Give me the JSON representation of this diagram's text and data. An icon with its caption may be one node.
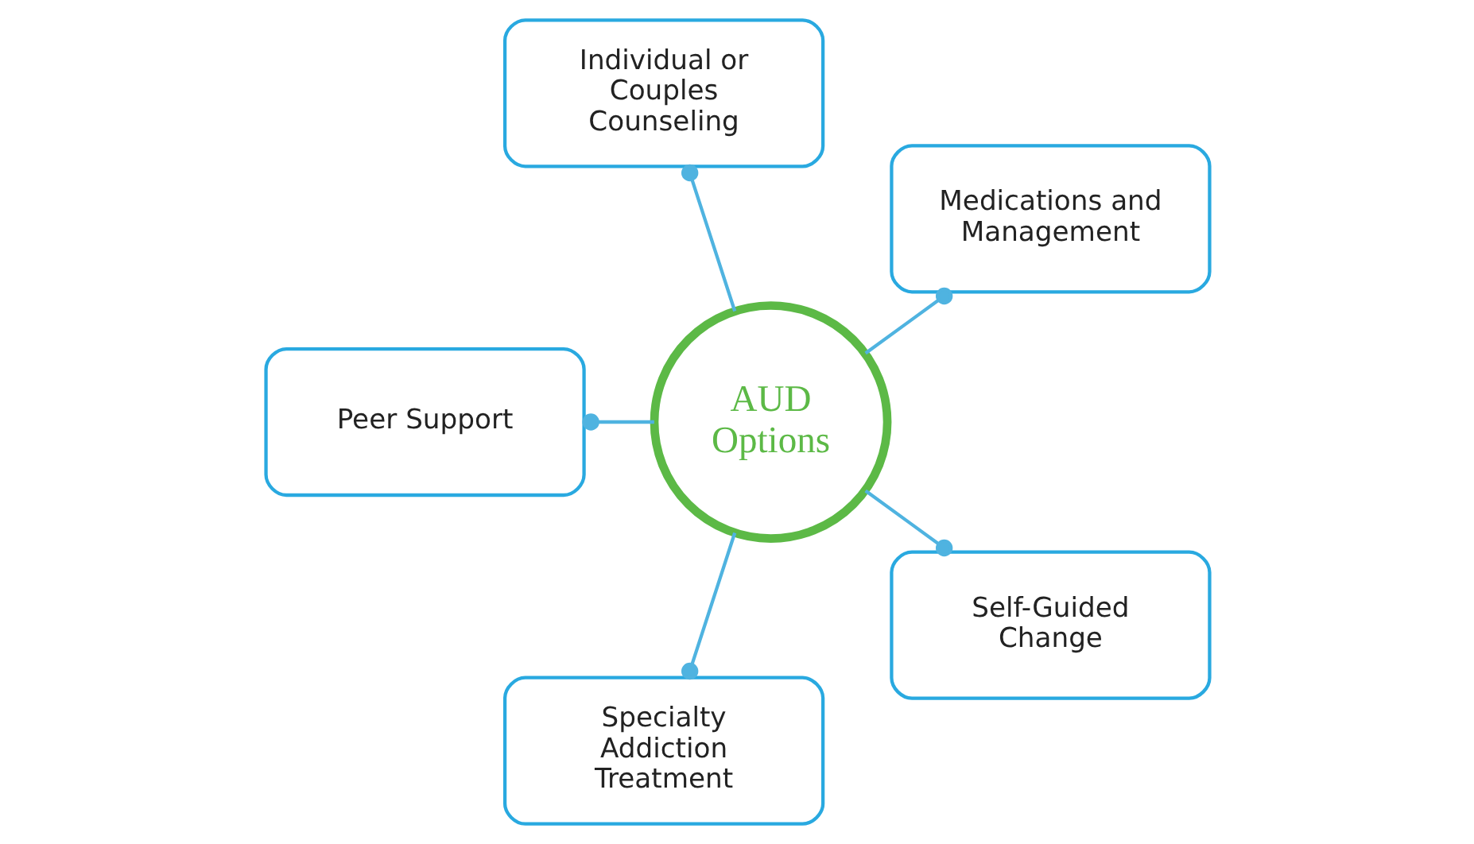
{
  "diagram": {
    "nodes": [
      {
        "text": [
          "Medications and Management"
        ]
      },
      {
        "text": [
          "Individual or Couples Counseling"
        ]
      },
      {
        "text": [
          "Peer Support"
        ]
      },
      {
        "text": [
          "AUD Options"
        ]
      },
      {
        "text": [
          "Specialty Addiction Treatment"
        ]
      },
      {
        "text": [
          "Self-Guided Change"
        ]
      }
    ],
    "edges": [
      {
        "from": 3,
        "to": 0,
        "arrow": "other"
      },
      {
        "from": 3,
        "to": 1,
        "arrow": "other"
      },
      {
        "from": 3,
        "to": 2,
        "arrow": "other"
      },
      {
        "from": 3,
        "to": 4,
        "arrow": "other"
      },
      {
        "from": 3,
        "to": 5,
        "arrow": "other"
      }
    ]
  }
}
